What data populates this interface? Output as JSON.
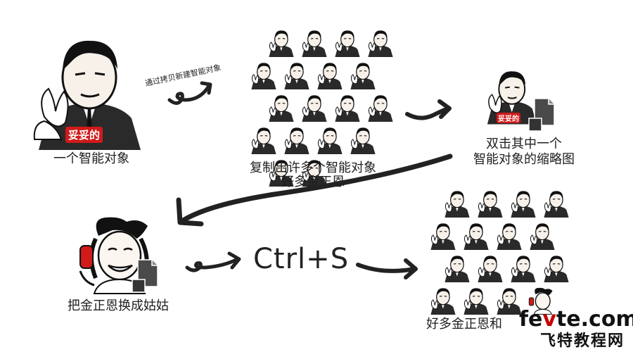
{
  "steps": {
    "one_object": "一个智能对象",
    "copy_via": "通过拷贝新建智能对象",
    "copy_many": "复制出许多个智能对象",
    "many_people": "好多金正恩",
    "double_click_line1": "双击其中一个",
    "double_click_line2": "智能对象的缩略图",
    "replace": "把金正恩换成姑姑",
    "shortcut": "Ctrl+S",
    "result": "好多金正恩和"
  },
  "badge_text": "妥妥的",
  "watermark": {
    "brand_prefix": "fe",
    "brand_accent": "v",
    "brand_suffix": "te.com",
    "brand_cn": "飞特教程网"
  },
  "icons": {
    "person": "kim-figure-icon",
    "woman": "woman-figure-icon",
    "smart_object": "smart-object-doc-icon",
    "arrow": "curved-arrow-icon"
  },
  "colors": {
    "badge_red": "#d11a1a",
    "ink": "#222222",
    "accent": "#c40000"
  },
  "grids": {
    "top_copies": 18,
    "result_kim": 17,
    "result_woman": 1
  }
}
